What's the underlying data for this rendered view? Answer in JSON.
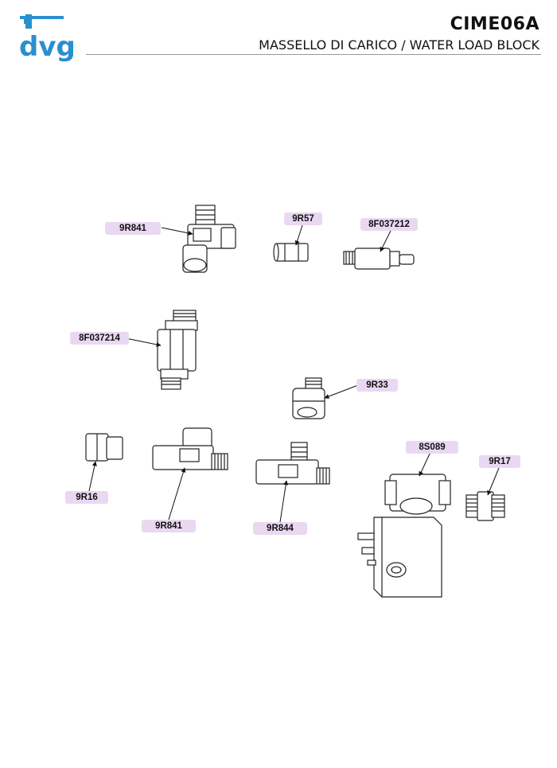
{
  "header": {
    "code": "CIME06A",
    "subtitle": "MASSELLO DI CARICO / WATER LOAD BLOCK",
    "logo_text": "dvg",
    "brand_color": "#2a8fcf"
  },
  "labels": {
    "p1": "9R841",
    "p2": "9R57",
    "p3": "8F037212",
    "p4": "8F037214",
    "p5": "9R33",
    "p6": "9R16",
    "p7": "9R841",
    "p8": "9R844",
    "p9": "8S089",
    "p10": "9R17"
  },
  "label_color": "#ead8f2"
}
